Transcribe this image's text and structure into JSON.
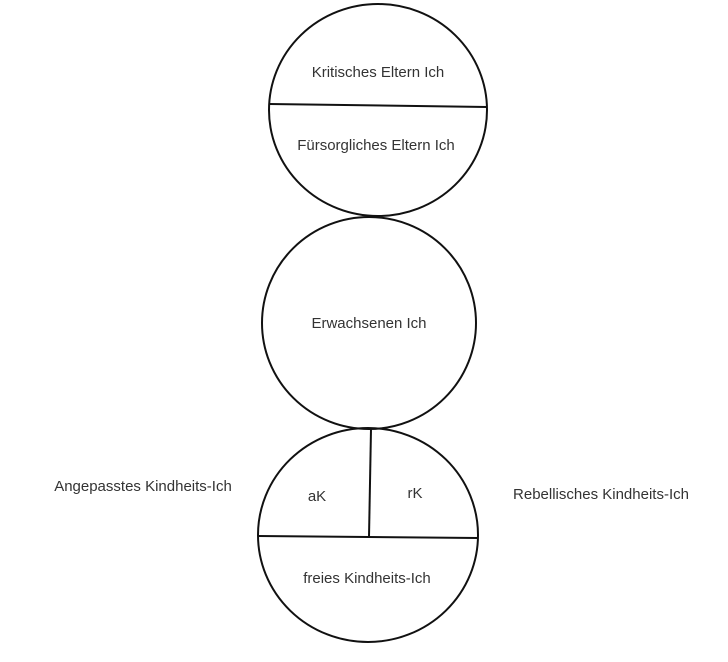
{
  "parent_ego": {
    "critical": "Kritisches Eltern Ich",
    "nurturing": "Fürsorgliches Eltern Ich"
  },
  "adult_ego": {
    "label": "Erwachsenen Ich"
  },
  "child_ego": {
    "adapted_short": "aK",
    "rebellious_short": "rK",
    "free": "freies Kindheits-Ich",
    "adapted_label": "Angepasstes Kindheits-Ich",
    "rebellious_label": "Rebellisches Kindheits-Ich"
  }
}
